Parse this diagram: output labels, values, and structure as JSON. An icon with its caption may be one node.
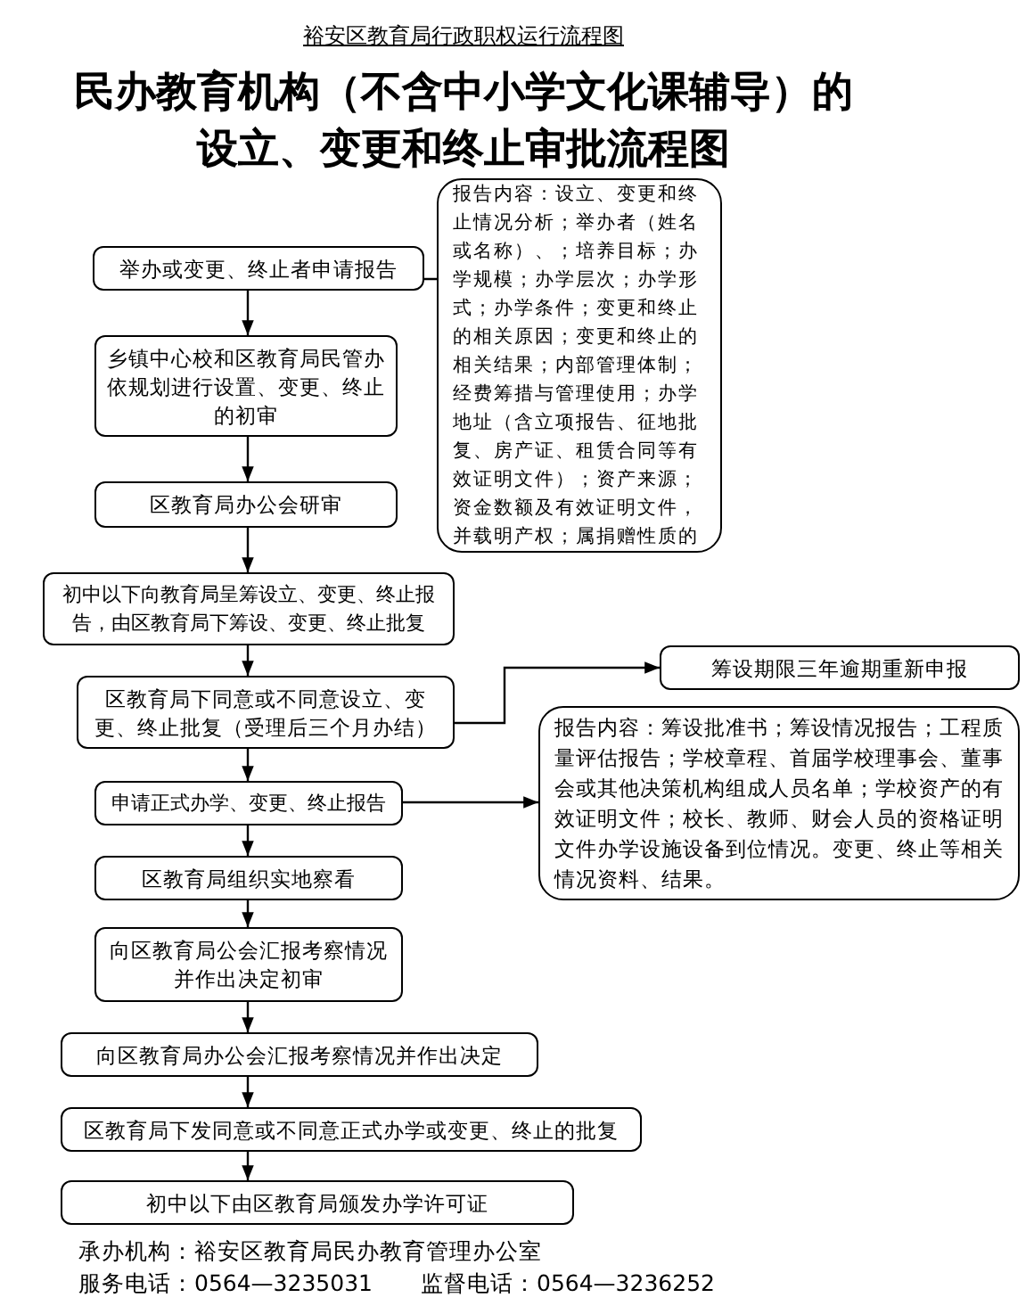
{
  "diagram": {
    "title": "民办教育机构（不含中小学文化课辅导）的设立、变更和终止审批流程图",
    "nodes": [
      {
        "text": [
          "举办或变更、终止者申请报告"
        ]
      },
      {
        "text": [
          "乡镇中心校和区教育局民管办依规划进行设置、变更、终止的初审"
        ]
      },
      {
        "text": [
          "区教育局办公会研审"
        ]
      },
      {
        "text": [
          "初中以下向教育局呈筹设立、变更、终止报告，由区教育局下筹设、变更、终止批复"
        ]
      },
      {
        "text": [
          "区教育局下同意或不同意设立、变更、终止批复（受理后三个月办结）"
        ]
      },
      {
        "text": [
          "申请正式办学、变更、终止报告"
        ]
      },
      {
        "text": [
          "区教育局组织实地察看"
        ]
      },
      {
        "text": [
          "向区教育局公会汇报考察情况并作出决定初审"
        ]
      },
      {
        "text": [
          "向区教育局办公会汇报考察情况并作出决定"
        ]
      },
      {
        "text": [
          "区教育局下发同意或不同意正式办学或变更、终止的批复"
        ]
      },
      {
        "text": [
          "初中以下由区教育局颁发办学许可证"
        ]
      },
      {
        "text": [
          "报告内容：设立、变更和终止情况分析；举办者（姓名或名称）、；培养目标；办学规模；办学层次；办学形式；办学条件；变更和终止的相关原因；变更和终止的相关结果；内部管理体制；经费筹措与管理使用；办学地址（含立项报告、征地批复、房产证、租赁合同等有效证明文件）；资产来源；资金数额及有效证明文件，并载明产权；属捐赠性质的"
        ]
      },
      {
        "text": [
          "筹设期限三年逾期重新申报"
        ]
      },
      {
        "text": [
          "报告内容：筹设批准书；筹设情况报告；工程质量评估报告；学校章程、首届学校理事会、董事会或其他决策机构组成人员名单；学校资产的有效证明文件；校长、教师、财会人员的资格证明文件办学设施设备到位情况。变更、终止等相关情况资料、结果。"
        ]
      }
    ],
    "edges": [
      {
        "from": 0,
        "to": 1,
        "arrow": "to"
      },
      {
        "from": 1,
        "to": 2,
        "arrow": "to"
      },
      {
        "from": 2,
        "to": 3,
        "arrow": "to"
      },
      {
        "from": 3,
        "to": 4,
        "arrow": "to"
      },
      {
        "from": 4,
        "to": 5,
        "arrow": "to"
      },
      {
        "from": 5,
        "to": 6,
        "arrow": "to"
      },
      {
        "from": 6,
        "to": 7,
        "arrow": "to"
      },
      {
        "from": 7,
        "to": 8,
        "arrow": "to"
      },
      {
        "from": 8,
        "to": 9,
        "arrow": "to"
      },
      {
        "from": 9,
        "to": 10,
        "arrow": "to"
      },
      {
        "from": 0,
        "to": 11,
        "arrow": "none"
      },
      {
        "from": 4,
        "to": 12,
        "arrow": "to"
      },
      {
        "from": 5,
        "to": 13,
        "arrow": "to"
      }
    ],
    "labels": [
      "裕安区教育局行政职权运行流程图",
      "承办机构：裕安区教育局民办教育管理办公室",
      "服务电话：0564—3235031",
      "监督电话：0564—3236252"
    ]
  }
}
